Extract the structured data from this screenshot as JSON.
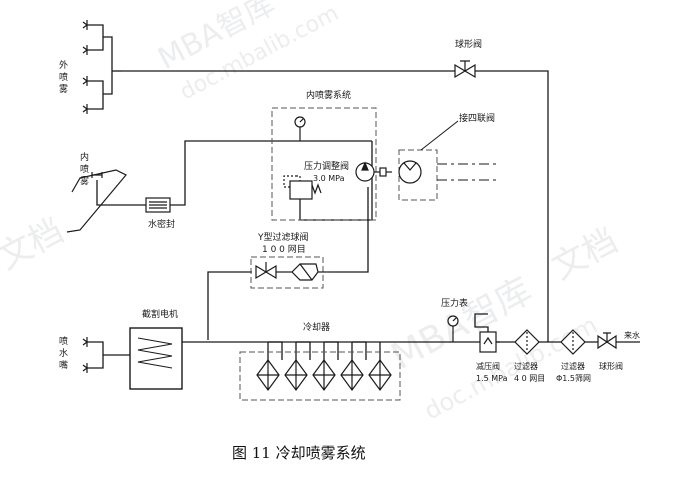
{
  "labels": {
    "outer_spray": [
      "外",
      "喷",
      "雾"
    ],
    "inner_spray": [
      "内",
      "喷",
      "雾"
    ],
    "water_seal": "水密封",
    "ball_valve_top": "球形阀",
    "inner_system": "内喷雾系统",
    "pressure_reg_valve": "压力调整阀",
    "pressure_reg_value": "3.0 MPa",
    "to_four_way_valve": "接四联阀",
    "y_filter_ball_valve": "Y型过滤球阀",
    "y_filter_mesh": "1 0 0 网目",
    "cutting_motor": "截割电机",
    "cooler": "冷却器",
    "pressure_gauge": "压力表",
    "spray_nozzle": [
      "喷",
      "水",
      "嘴"
    ],
    "reducing_valve": "减压阀",
    "reducing_value": "1.5 MPa",
    "filter": "过滤器",
    "filter_mesh": "4 0 网目",
    "filter2": "过滤器",
    "filter2_size": "Φ1.5筛网",
    "ball_valve_right": "球形阀",
    "water_in": "来水",
    "figure_caption": "图 11    冷却喷雾系统"
  },
  "watermark": [
    "MBA智库",
    "doc.mbalib.com",
    "文档",
    "文档",
    "MBA智库",
    "doc.mbalib.com"
  ],
  "colors": {
    "line": "#1a1a1a",
    "dashed": "#555555",
    "watermark": "#c9ccd0"
  }
}
